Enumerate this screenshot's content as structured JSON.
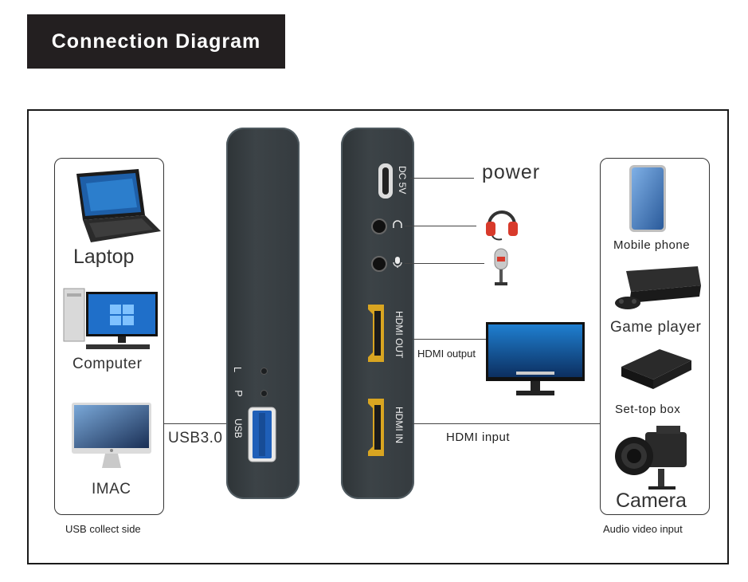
{
  "header": {
    "title": "Connection Diagram"
  },
  "left_panel": {
    "items": [
      "Laptop",
      "Computer",
      "IMAC"
    ],
    "caption": "USB collect side"
  },
  "usb_link": {
    "label": "USB3.0"
  },
  "device_usb_side": {
    "indicators": [
      "L",
      "P"
    ],
    "port_label": "USB"
  },
  "device_io_side": {
    "ports": [
      "DC 5V",
      "HDMI OUT",
      "HDMI IN"
    ]
  },
  "connections": {
    "power": "power",
    "hdmi_output": "HDMI output",
    "hdmi_input": "HDMI input"
  },
  "right_panel": {
    "items": [
      "Mobile phone",
      "Game player",
      "Set-top box",
      "Camera"
    ],
    "caption": "Audio video input"
  },
  "colors": {
    "title_bg": "#231f20",
    "device_body": "#353b3f",
    "usb_blue": "#1f5fb8",
    "hdmi_gold": "#d9a521"
  }
}
